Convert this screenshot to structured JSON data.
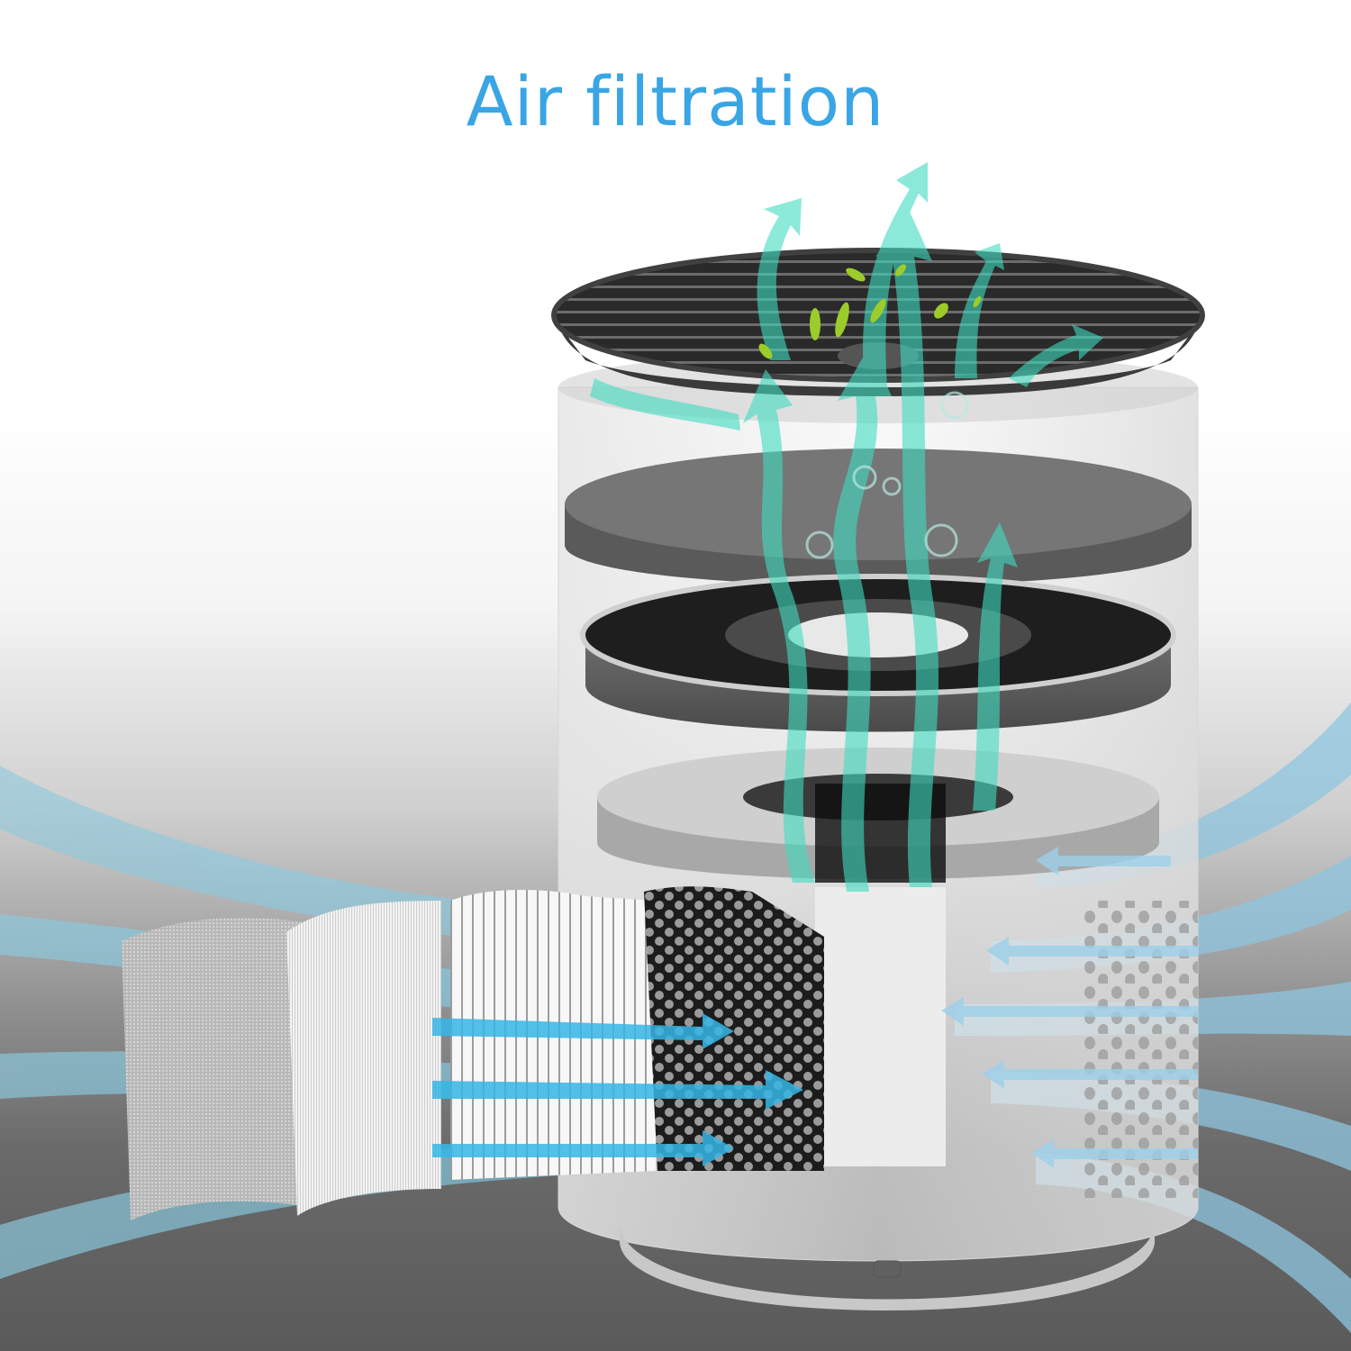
{
  "header": {
    "title": "Air filtration"
  },
  "colors": {
    "title": "#3aa5e4",
    "airflow_in": "#7ec8e3",
    "airflow_out": "#3fdcc0",
    "leaf": "#9ccc2a",
    "bg_top": "#ffffff",
    "bg_bottom": "#5a5a5a"
  },
  "illustration": {
    "subject": "air purifier exploded view",
    "layers": [
      {
        "name": "top-grille",
        "label": ""
      },
      {
        "name": "sponge-disc",
        "label": ""
      },
      {
        "name": "fan",
        "label": ""
      },
      {
        "name": "filter-cap",
        "label": ""
      },
      {
        "name": "pre-filter",
        "label": ""
      },
      {
        "name": "fine-mesh-filter",
        "label": ""
      },
      {
        "name": "hepa-pleated-filter",
        "label": ""
      },
      {
        "name": "activated-carbon-filter",
        "label": ""
      },
      {
        "name": "housing-base",
        "label": ""
      }
    ]
  }
}
